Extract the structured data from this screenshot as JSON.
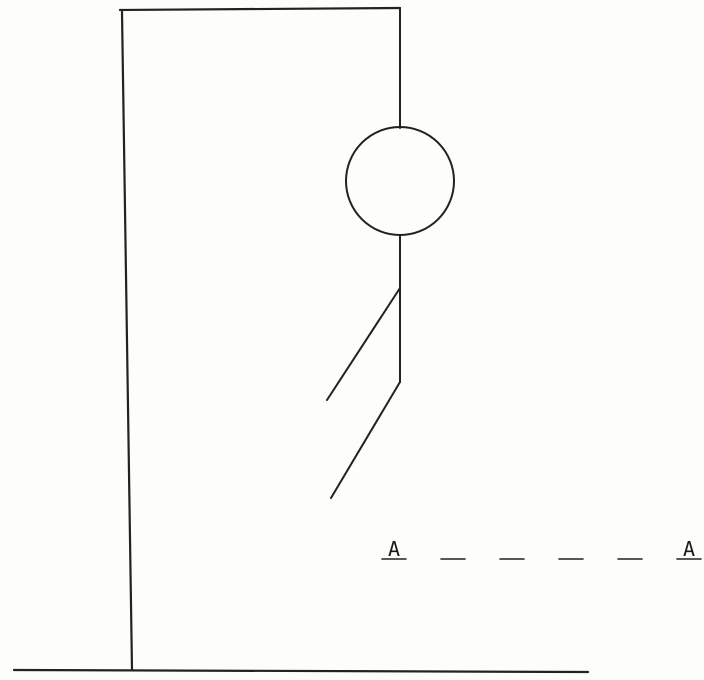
{
  "game": {
    "type": "hangman",
    "word_slots": [
      "A",
      "_",
      "_",
      "_",
      "_",
      "A"
    ],
    "wrong_guess_parts_drawn": [
      "head",
      "body",
      "left-arm",
      "left-leg"
    ]
  },
  "colors": {
    "ink": "#222222",
    "paper": "#fdfdfb"
  }
}
